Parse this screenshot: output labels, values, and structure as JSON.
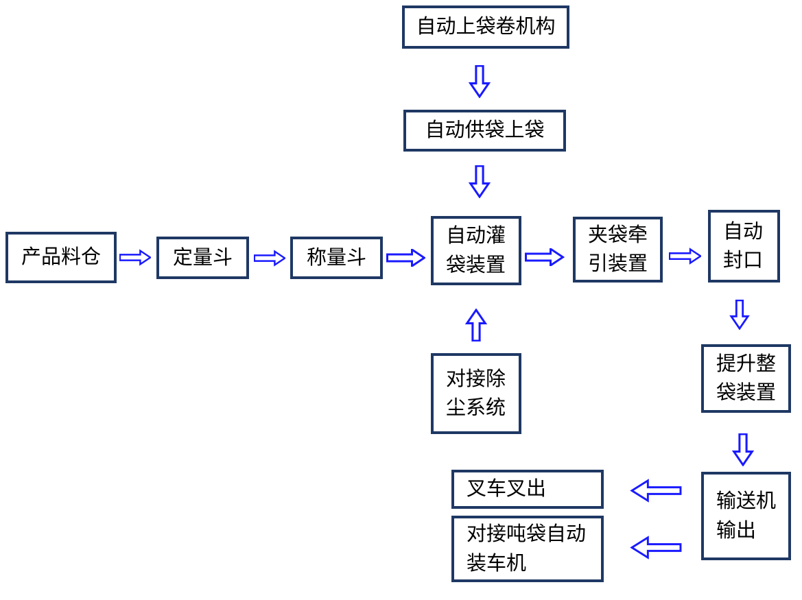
{
  "colors": {
    "box_border": "#1F3864",
    "arrow_outline": "#1A1AFF",
    "arrow_fill": "#FFFFFF",
    "text": "#000000",
    "background": "#FFFFFF"
  },
  "nodes": {
    "bag_roll_mechanism": {
      "label": "自动上袋卷机构"
    },
    "bag_supply": {
      "label": "自动供袋上袋"
    },
    "product_silo": {
      "label": "产品料仓"
    },
    "dosing_hopper": {
      "label": "定量斗"
    },
    "weighing_hopper": {
      "label": "称量斗"
    },
    "bag_filling_device": {
      "label": "自动灌袋装置",
      "lines": [
        "自动灌",
        "袋装置"
      ]
    },
    "bag_clamp_traction": {
      "label": "夹袋牵引装置",
      "lines": [
        "夹袋牵",
        "引装置"
      ]
    },
    "auto_sealing": {
      "label": "自动封口",
      "lines": [
        "自动",
        "封口"
      ]
    },
    "dust_removal": {
      "label": "对接除尘系统",
      "lines": [
        "对接除",
        "尘系统"
      ]
    },
    "bag_lifting": {
      "label": "提升整袋装置",
      "lines": [
        "提升整",
        "袋装置"
      ]
    },
    "conveyor_output": {
      "label": "输送机输出",
      "lines": [
        "输送机",
        "输出"
      ]
    },
    "forklift_out": {
      "label": "叉车叉出"
    },
    "ton_bag_truck_loader": {
      "label": "对接吨袋自动装车机",
      "lines": [
        "对接吨袋自动",
        "装车机"
      ]
    }
  },
  "edges": [
    {
      "from": "自动上袋卷机构",
      "to": "自动供袋上袋",
      "direction": "down"
    },
    {
      "from": "自动供袋上袋",
      "to": "自动灌袋装置",
      "direction": "down"
    },
    {
      "from": "产品料仓",
      "to": "定量斗",
      "direction": "right"
    },
    {
      "from": "定量斗",
      "to": "称量斗",
      "direction": "right"
    },
    {
      "from": "称量斗",
      "to": "自动灌袋装置",
      "direction": "right"
    },
    {
      "from": "自动灌袋装置",
      "to": "夹袋牵引装置",
      "direction": "right"
    },
    {
      "from": "夹袋牵引装置",
      "to": "自动封口",
      "direction": "right"
    },
    {
      "from": "对接除尘系统",
      "to": "自动灌袋装置",
      "direction": "up"
    },
    {
      "from": "自动封口",
      "to": "提升整袋装置",
      "direction": "down"
    },
    {
      "from": "提升整袋装置",
      "to": "输送机输出",
      "direction": "down"
    },
    {
      "from": "输送机输出",
      "to": "叉车叉出",
      "direction": "left"
    },
    {
      "from": "输送机输出",
      "to": "对接吨袋自动装车机",
      "direction": "left"
    }
  ]
}
